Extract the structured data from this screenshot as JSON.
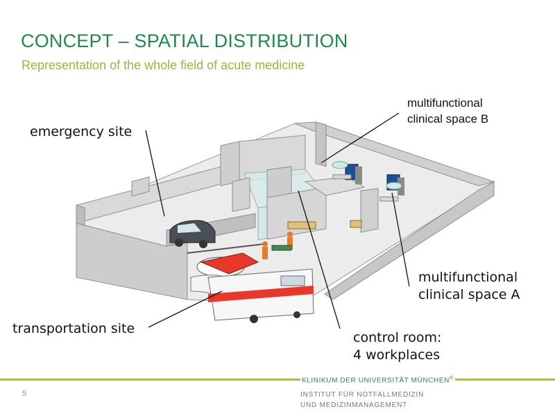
{
  "header": {
    "title": "CONCEPT – SPATIAL DISTRIBUTION",
    "subtitle": "Representation of the whole field of acute medicine"
  },
  "labels": {
    "emergency_site": "emergency site",
    "clinical_b_line1": "multifunctional",
    "clinical_b_line2": "clinical space B",
    "clinical_a_line1": "multifunctional",
    "clinical_a_line2": "clinical space A",
    "transportation_site": "transportation site",
    "control_room_line1": "control room:",
    "control_room_line2": "4 workplaces"
  },
  "footer": {
    "slide_number": "5",
    "institution": "KLINIKUM  DER  UNIVERSITÄT  MÜNCHEN",
    "registered_mark": "®",
    "department_line1": "INSTITUT FÜR NOTFALLMEDIZIN",
    "department_line2": "UND  MEDIZINMANAGEMENT"
  },
  "colors": {
    "title_green": "#1e8a4a",
    "subtitle_green": "#9bb53f",
    "footer_rule": "#a9c23f",
    "wall_gray": "#c9c9c9",
    "floor_gray": "#eaeaea",
    "ambulance_red": "#e8382a",
    "monitor_blue": "#1c4e9a"
  }
}
